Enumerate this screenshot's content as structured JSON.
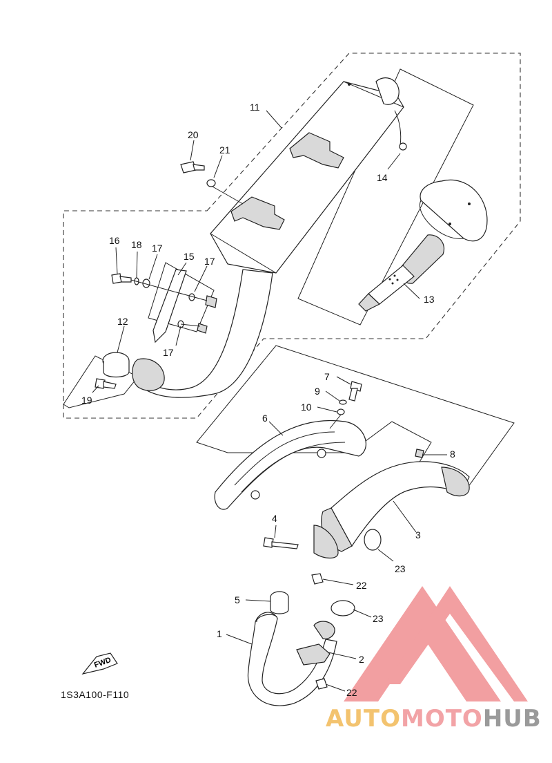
{
  "diagram_code": "1S3A100-F110",
  "fwd_label": "FWD",
  "watermark": {
    "part1": "AUTO",
    "part2": "MOTO",
    "part3": "HUB"
  },
  "colors": {
    "line": "#222222",
    "shade": "#d9d9d9",
    "watermark_red": "#f29a9c",
    "watermark_orange": "#f3c36f",
    "watermark_grey": "#9a9a9a"
  },
  "callouts": {
    "c1": "1",
    "c2": "2",
    "c3": "3",
    "c4": "4",
    "c5": "5",
    "c6": "6",
    "c7": "7",
    "c8": "8",
    "c9": "9",
    "c10": "10",
    "c11": "11",
    "c12": "12",
    "c13": "13",
    "c14": "14",
    "c15": "15",
    "c16": "16",
    "c17a": "17",
    "c17b": "17",
    "c17c": "17",
    "c18": "18",
    "c19": "19",
    "c20": "20",
    "c21": "21",
    "c22a": "22",
    "c22b": "22",
    "c23a": "23",
    "c23b": "23"
  }
}
